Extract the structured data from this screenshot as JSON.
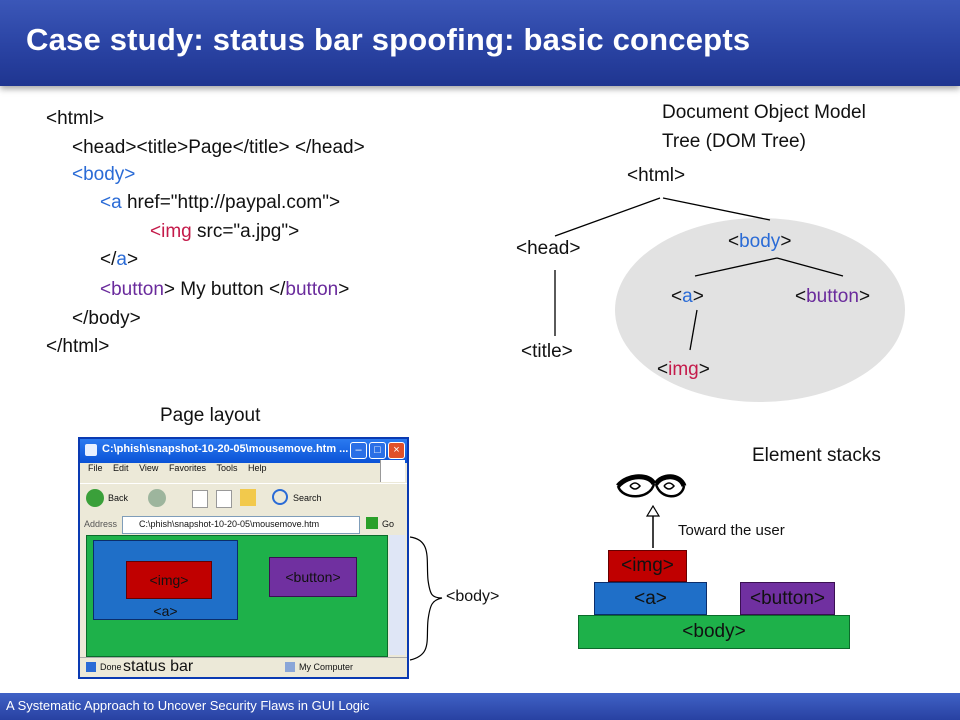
{
  "slide": {
    "title": "Case study: status bar spoofing: basic concepts",
    "footer": "A Systematic Approach to Uncover Security Flaws in GUI Logic"
  },
  "code": {
    "html_open": "<html>",
    "head_open": "<head>",
    "title_open": "<title>",
    "title_text": "Page",
    "title_close": "</title>",
    "head_close": "</head>",
    "body_open": "<body>",
    "a_tag": "<a",
    "a_attr": " href=\"http://paypal.com\">",
    "img_tag": "<img",
    "img_attr": " src=\"a.jpg\">",
    "a_close_open": "</",
    "a_close_name": "a",
    "a_close_end": ">",
    "button_open_tag": "<button",
    "button_open_end": ">",
    "button_text": " My button ",
    "button_close_lt": "</",
    "button_close_name": "button",
    "button_close_end": ">",
    "body_close": "</body>",
    "html_close": "</html>"
  },
  "dom_tree": {
    "heading_line1": "Document Object Model",
    "heading_line2": "Tree (DOM Tree)",
    "nodes": {
      "html": "<html>",
      "head": "<head>",
      "title": "<title>",
      "body_lt": "<",
      "body": "body",
      "body_gt": ">",
      "a_lt": "<",
      "a": "a",
      "a_gt": ">",
      "button_lt": "<",
      "button": "button",
      "button_gt": ">",
      "img_lt": "<",
      "img": "img",
      "img_gt": ">"
    }
  },
  "page_layout": {
    "heading": "Page layout",
    "window_title": "C:\\phish\\snapshot-10-20-05\\mousemove.htm ...",
    "menu": [
      "File",
      "Edit",
      "View",
      "Favorites",
      "Tools",
      "Help"
    ],
    "toolbar": {
      "back": "Back",
      "search": "Search"
    },
    "address_label": "Address",
    "address_value": "C:\\phish\\snapshot-10-20-05\\mousemove.htm",
    "go_label": "Go",
    "img_box": "<img>",
    "a_box": "<a>",
    "button_box": "<button>",
    "status_done": "Done",
    "status_bar_label": "status bar",
    "status_zone": "My Computer",
    "body_brace_label": "<body>"
  },
  "element_stacks": {
    "heading": "Element stacks",
    "toward_user": "Toward the user",
    "img": "<img>",
    "a": "<a>",
    "button": "<button>",
    "body": "<body>"
  },
  "colors": {
    "header_blue": "#2a43a3",
    "tag_blue": "#2a6bd6",
    "img_red": "#c00000",
    "a_blue": "#1f6fc8",
    "button_purple": "#7030a0",
    "body_green": "#1eb14a"
  }
}
